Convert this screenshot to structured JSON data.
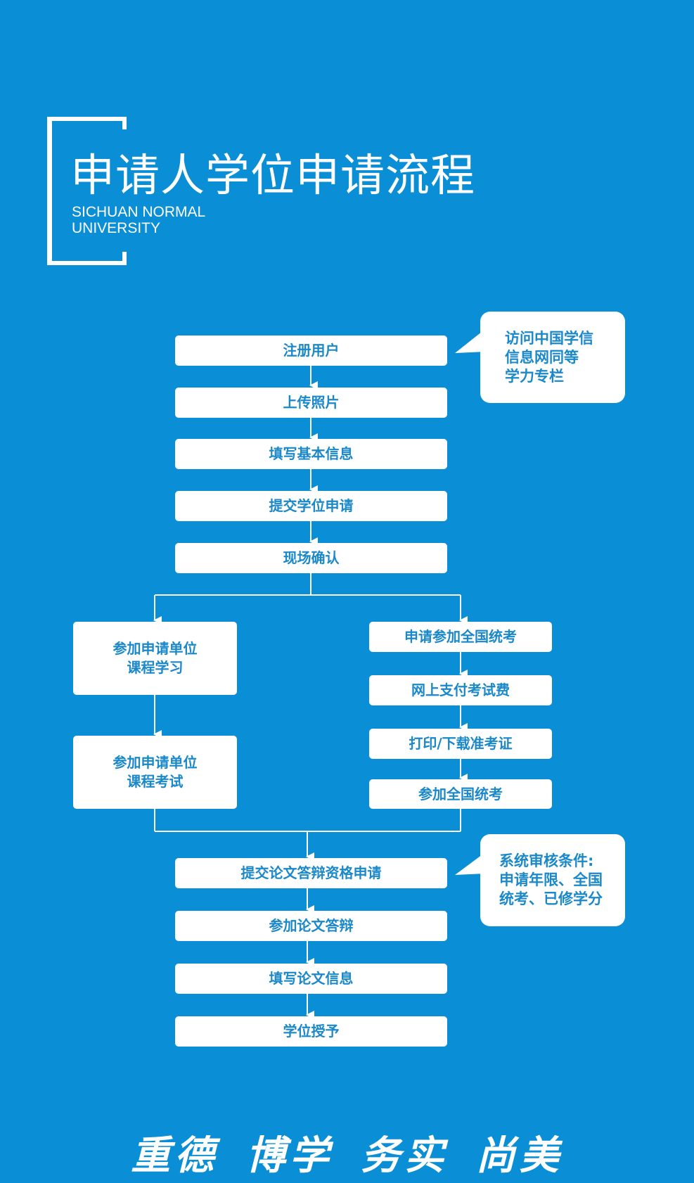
{
  "header": {
    "title": "申请人学位申请流程",
    "subtitle": "SICHUAN NORMAL\nUNIVERSITY"
  },
  "flow": {
    "main_steps_top": [
      {
        "label": "注册用户"
      },
      {
        "label": "上传照片"
      },
      {
        "label": "填写基本信息"
      },
      {
        "label": "提交学位申请"
      },
      {
        "label": "现场确认"
      }
    ],
    "left_branch": [
      {
        "label": "参加申请单位\n课程学习"
      },
      {
        "label": "参加申请单位\n课程考试"
      }
    ],
    "right_branch": [
      {
        "label": "申请参加全国统考"
      },
      {
        "label": "网上支付考试费"
      },
      {
        "label": "打印/下载准考证"
      },
      {
        "label": "参加全国统考"
      }
    ],
    "main_steps_bottom": [
      {
        "label": "提交论文答辩资格申请"
      },
      {
        "label": "参加论文答辩"
      },
      {
        "label": "填写论文信息"
      },
      {
        "label": "学位授予"
      }
    ]
  },
  "callouts": [
    {
      "text": "访问中国学信\n信息网同等\n学力专栏"
    },
    {
      "text": "系统审核条件:\n申请年限、全国\n统考、已修学分"
    }
  ],
  "footer": {
    "motto": "重德 博学 务实 尚美"
  },
  "colors": {
    "background": "#0a8fd6",
    "box_fill": "#ffffff",
    "box_text": "#1a88c9"
  }
}
